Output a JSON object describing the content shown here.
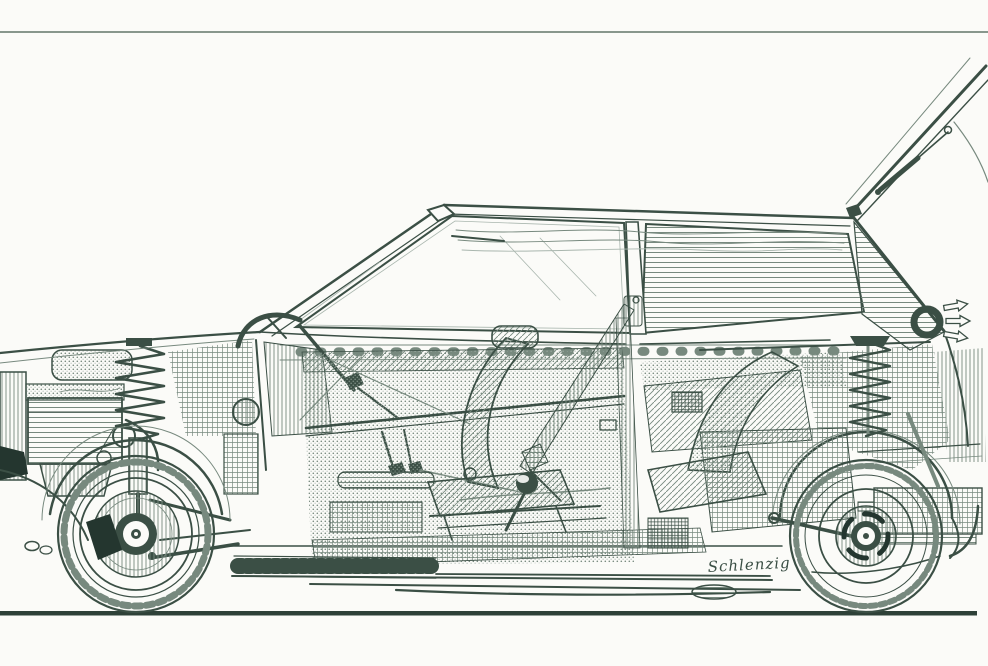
{
  "illustration": {
    "title": "Cutaway technical illustration of a three-door hatchback automobile, side view facing left with raised tailgate",
    "description": "Engraving-style pen-and-ink cutaway exposing engine bay, front strut and disc brake, steering, dashboard, door structure, seats with seatbelts, rear suspension, drum brake, fuel tank area and open rear hatch",
    "signature": "Schlenzig"
  },
  "colors": {
    "ink": "#3b4f45",
    "ink_dark": "#24362f",
    "ink_light": "#77897e",
    "ink_faint": "#a9b6ae",
    "paper": "#fbfbf8",
    "ground": "#2e4138"
  },
  "depicted_parts": [
    "open tailgate with gas strut",
    "roof and headliner",
    "windshield",
    "door window",
    "rear quarter window",
    "B-pillar with seatbelt retractor",
    "C-pillar sail panel",
    "engine and transmission",
    "radiator",
    "air cleaner",
    "front MacPherson strut coil spring",
    "front disc brake and caliper",
    "front wheel",
    "steering wheel and column",
    "dashboard",
    "pedals",
    "door trim with side-impact beam",
    "front seat with headrest",
    "seatbelt",
    "gearshift knob",
    "rear seat",
    "fuel tank and rear floor",
    "rear coil spring and damper",
    "trailing arm",
    "rear drum brake",
    "rear wheel",
    "air extractor vent with flow arrows",
    "rear valance",
    "sill and underbody",
    "exhaust and muffler",
    "ground line",
    "ruled top line"
  ]
}
